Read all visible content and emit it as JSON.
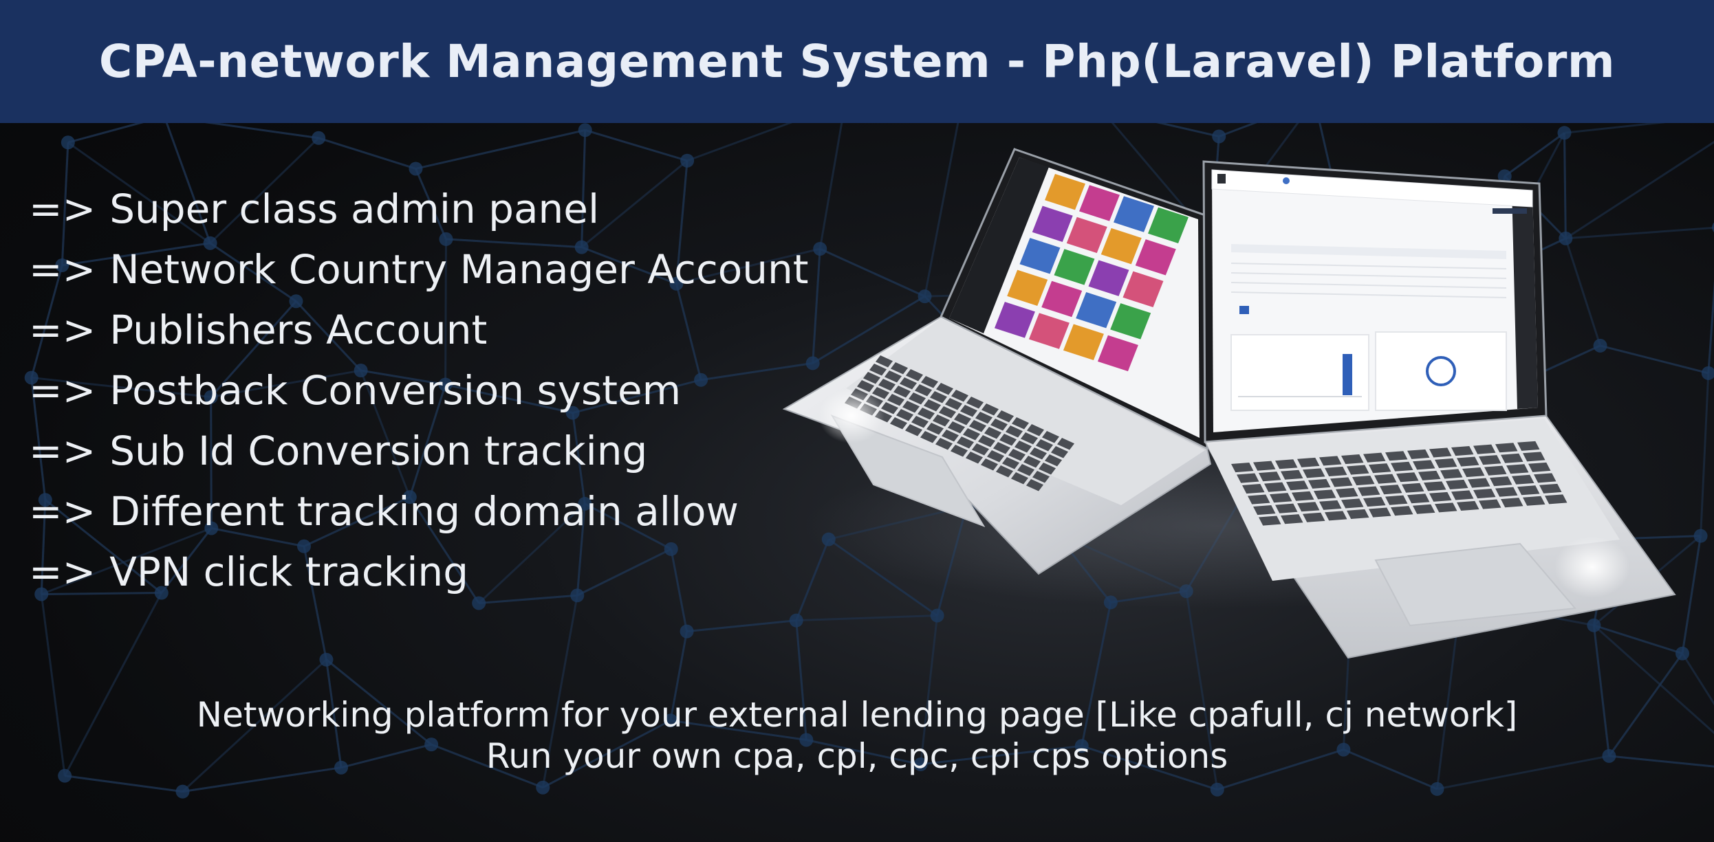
{
  "header": {
    "title": "CPA-network Management System - Php(Laravel) Platform",
    "background": "#1a3160"
  },
  "features": [
    {
      "arrow": "=>",
      "text": "Super class admin panel"
    },
    {
      "arrow": "=>",
      "text": "Network Country Manager Account"
    },
    {
      "arrow": "=>",
      "text": "Publishers Account"
    },
    {
      "arrow": "=>",
      "text": "Postback Conversion system"
    },
    {
      "arrow": "=>",
      "text": "Sub Id Conversion tracking"
    },
    {
      "arrow": "=>",
      "text": "Different tracking domain allow"
    },
    {
      "arrow": "=>",
      "text": "VPN click tracking"
    }
  ],
  "footer": {
    "line1": "Networking platform for your external lending page [Like cpafull, cj network]",
    "line2": "Run your own cpa, cpl, cpc, cpi cps options"
  },
  "illustration": {
    "left_laptop": "laptop-with-dashboard-tiles",
    "right_laptop": "laptop-with-analytics-dashboard",
    "tile_colors": [
      "#e39a2b",
      "#c43d8f",
      "#3f6fc4",
      "#3aa24a",
      "#8b3fb0",
      "#d4527a"
    ],
    "accent": "#2f5fb8"
  },
  "background_pattern": "network-nodes"
}
